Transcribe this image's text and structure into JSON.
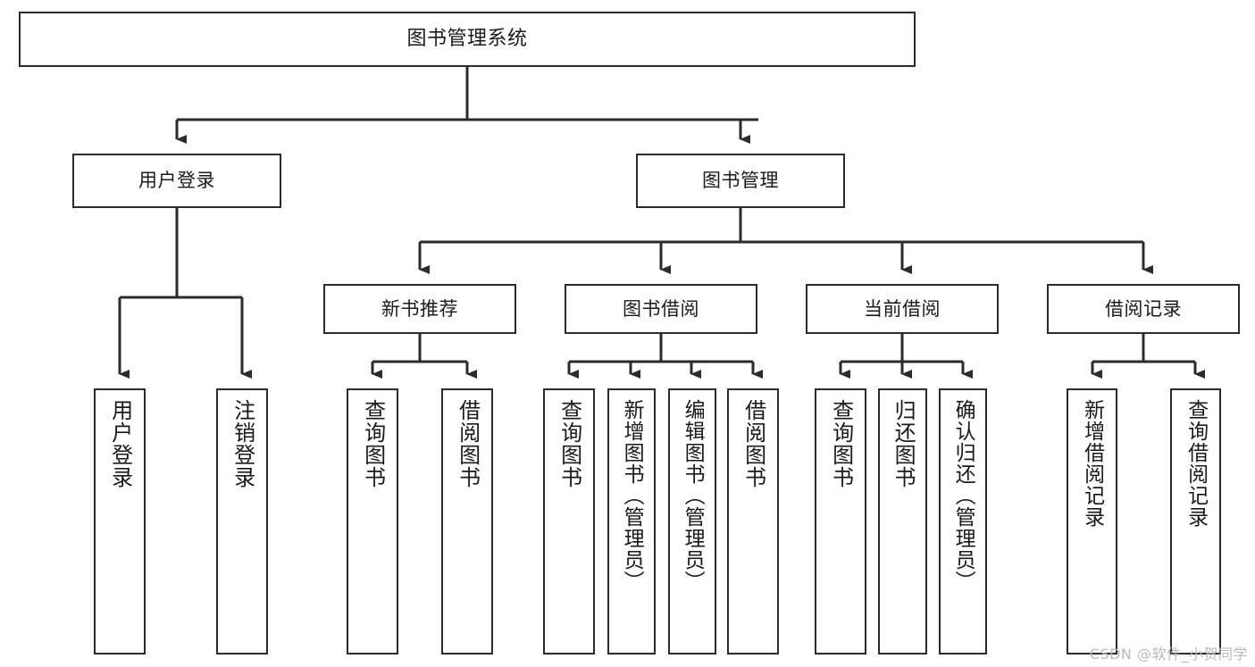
{
  "diagram": {
    "title": "图书管理系统",
    "type": "tree",
    "watermark": "CSDN @软件_小贺同学",
    "colors": {
      "box_border": "#2b2b2b",
      "box_fill": "#ffffff",
      "connector": "#2b2b2b",
      "text": "#1a1a1a",
      "watermark": "#b9b9b9"
    },
    "nodes": {
      "root": {
        "label": "图书管理系统"
      },
      "level2": [
        {
          "id": "user-login",
          "label": "用户登录"
        },
        {
          "id": "book-manage",
          "label": "图书管理"
        }
      ],
      "level3": [
        {
          "id": "new-book-rec",
          "label": "新书推荐"
        },
        {
          "id": "book-borrow",
          "label": "图书借阅"
        },
        {
          "id": "current-borrow",
          "label": "当前借阅"
        },
        {
          "id": "borrow-record",
          "label": "借阅记录"
        }
      ],
      "leaves": {
        "user-login": [
          {
            "id": "leaf-user-login",
            "label": "用户登录"
          },
          {
            "id": "leaf-logout",
            "label": "注销登录"
          }
        ],
        "new-book-rec": [
          {
            "id": "leaf-query-book-1",
            "label": "查询图书"
          },
          {
            "id": "leaf-borrow-book-1",
            "label": "借阅图书"
          }
        ],
        "book-borrow": [
          {
            "id": "leaf-query-book-2",
            "label": "查询图书"
          },
          {
            "id": "leaf-add-book",
            "label": "新增图书（管理员）"
          },
          {
            "id": "leaf-edit-book",
            "label": "编辑图书（管理员）"
          },
          {
            "id": "leaf-borrow-book-2",
            "label": "借阅图书"
          }
        ],
        "current-borrow": [
          {
            "id": "leaf-query-book-3",
            "label": "查询图书"
          },
          {
            "id": "leaf-return-book",
            "label": "归还图书"
          },
          {
            "id": "leaf-confirm-return",
            "label": "确认归还（管理员）"
          }
        ],
        "borrow-record": [
          {
            "id": "leaf-add-record",
            "label": "新增借阅记录"
          },
          {
            "id": "leaf-query-record",
            "label": "查询借阅记录"
          }
        ]
      }
    }
  }
}
